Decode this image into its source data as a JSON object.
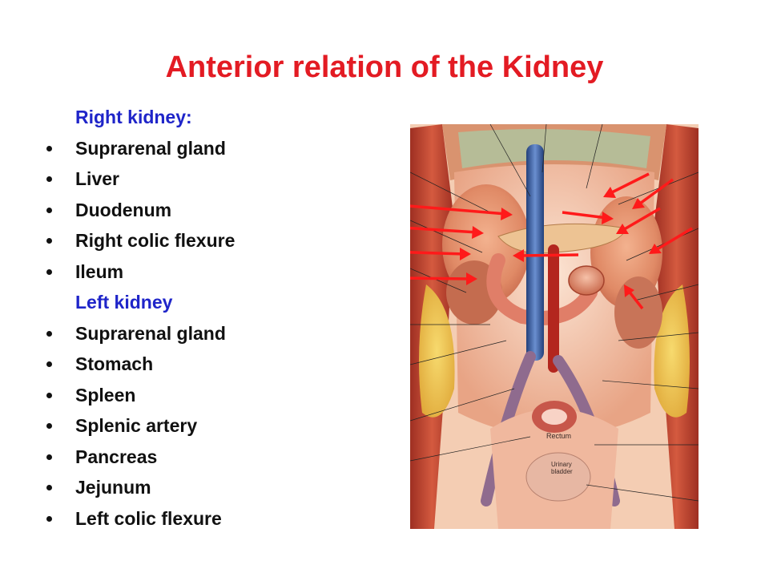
{
  "title": "Anterior relation of the Kidney",
  "sections": [
    {
      "heading": "Right kidney:",
      "items": [
        "Suprarenal gland",
        "Liver",
        "Duodenum",
        "Right colic flexure",
        "Ileum"
      ]
    },
    {
      "heading": "Left kidney",
      "items": [
        "Suprarenal gland",
        "Stomach",
        "Spleen",
        "Splenic artery",
        "Pancreas",
        "Jejunum",
        "Left colic flexure"
      ]
    }
  ],
  "figure": {
    "labels": {
      "rectum": "Rectum",
      "bladder_line1": "Urinary",
      "bladder_line2": "bladder"
    },
    "colors": {
      "arrow": "#ff1a1a",
      "heading": "#1f25c9",
      "title": "#e31b23"
    }
  }
}
